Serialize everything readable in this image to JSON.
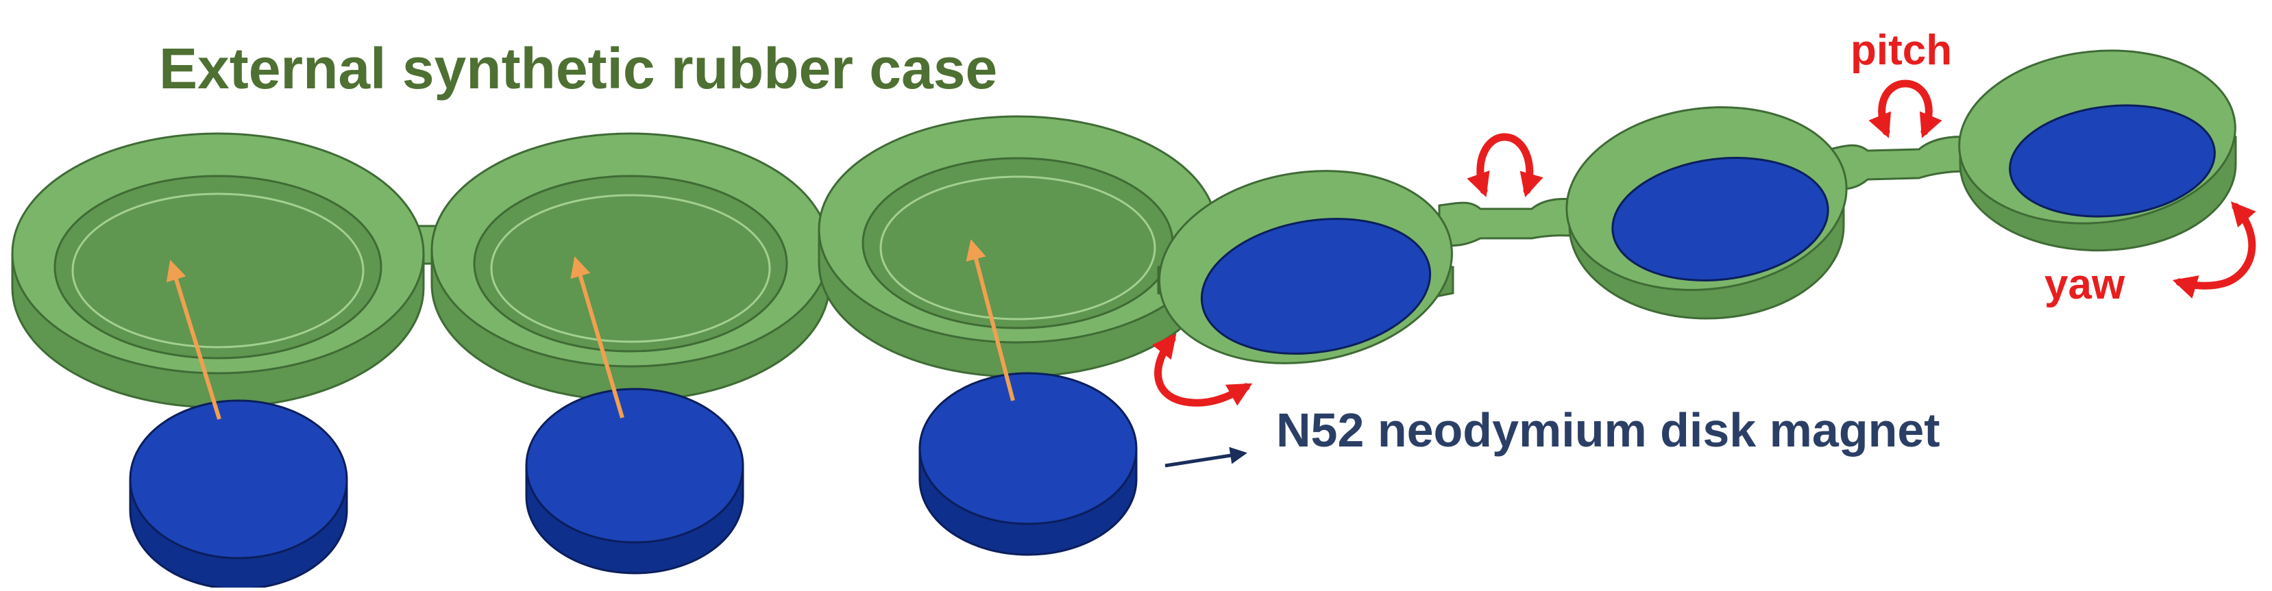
{
  "labels": {
    "case": "External synthetic rubber case",
    "magnet": "N52 neodymium disk magnet",
    "pitch": "pitch",
    "yaw": "yaw"
  },
  "colors": {
    "case_fill": "#7bb56a",
    "case_dark": "#5f9650",
    "case_light": "#a3d08f",
    "case_edge": "#3f6b35",
    "case_text": "#4e7032",
    "magnet_fill": "#1c44b8",
    "magnet_side": "#0f2f8c",
    "magnet_edge": "#0b1e5c",
    "magnet_text": "#2b3f66",
    "assembly_arrow": "#f0a050",
    "motion_arrow": "#e81e1e",
    "leader_arrow": "#1a2d5c"
  },
  "parts": {
    "exploded_case": {
      "pods": 3,
      "magnets": 3
    },
    "assembled_case": {
      "pods": 3
    }
  }
}
